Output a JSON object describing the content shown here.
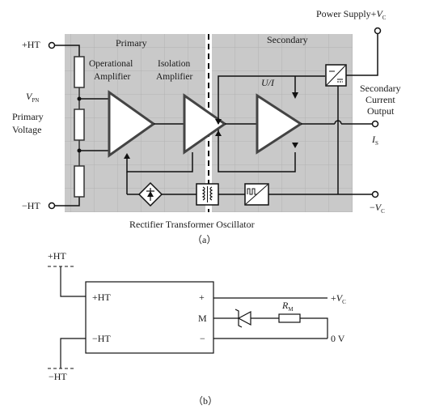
{
  "diagram_a": {
    "caption": "（a）",
    "panel_left_label": "Primary",
    "panel_right_label": "Secondary",
    "power_supply_label": "Power Supply+",
    "power_supply_var": "V",
    "power_supply_sub": "C",
    "plus_ht": "+HT",
    "minus_ht": "−HT",
    "vpn_var": "V",
    "vpn_sub": "PN",
    "primary_voltage_line1": "Primary",
    "primary_voltage_line2": "Voltage",
    "opamp_line1": "Operational",
    "opamp_line2": "Amplifier",
    "iso_line1": "Isolation",
    "iso_line2": "Amplifier",
    "ui_label": "U/I",
    "sec_current_line1": "Secondary",
    "sec_current_line2": "Current",
    "sec_current_line3": "Output",
    "is_var": "I",
    "is_sub": "S",
    "minus_vc_prefix": "−",
    "minus_vc_var": "V",
    "minus_vc_sub": "C",
    "bottom_label": "Rectifier Transformer Oscillator",
    "colors": {
      "panel_gray": "#c9c9c9",
      "grid": "#b2b2b2",
      "block_fill": "#ffffff",
      "stroke": "#222222"
    }
  },
  "diagram_b": {
    "caption": "（b）",
    "plus_ht_top": "+HT",
    "minus_ht_bottom": "−HT",
    "box_plus_ht": "+HT",
    "box_minus_ht": "−HT",
    "pin_plus": "+",
    "pin_m": "M",
    "pin_minus": "−",
    "out_plus_prefix": "+",
    "out_var": "V",
    "out_sub": "C",
    "zero_v": "0 V",
    "rm_var": "R",
    "rm_sub": "M"
  }
}
